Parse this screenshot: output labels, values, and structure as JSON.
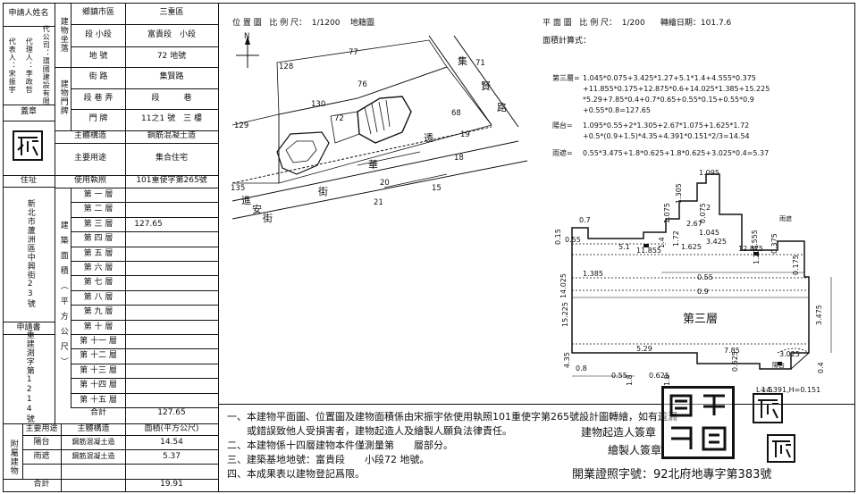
{
  "left_table": {
    "applicant_header": "申請人姓名",
    "applicant_names": [
      "代表人：宋振宇",
      "代理人：李政哲",
      "代公司：環國建設有限"
    ],
    "stamp_label": "蓋章",
    "address_label": "住址",
    "address_value": "新北市蘆洲區中興街23號",
    "applicant_book_label": "申請書",
    "applicant_book_value": "重建測字第1214號",
    "sitelabel_building_loc": "建物坐落",
    "sitelabel_door": "建物門牌",
    "row_township": {
      "label": "鄉鎮市區",
      "value": "三重區"
    },
    "row_section": {
      "label": "段 小段",
      "value": "富貴段　小段"
    },
    "row_lot": {
      "label": "地 號",
      "value": "72 地號"
    },
    "row_street": {
      "label": "街 路",
      "value": "集賢路"
    },
    "row_lane": {
      "label": "段 巷 弄",
      "value": "段　　　巷"
    },
    "row_door": {
      "label": "門 牌",
      "value": "11之1 號　三 樓"
    },
    "row_structure": {
      "label": "主體構造",
      "value": "鋼筋混凝土造"
    },
    "row_use": {
      "label": "主要用途",
      "value": "集合住宅"
    },
    "row_license": {
      "label": "使用執照",
      "value": "101重使字第265號"
    },
    "area_side_label": "建築面積（平方公尺）",
    "floors": [
      {
        "label": "第 一 層",
        "value": ""
      },
      {
        "label": "第 二 層",
        "value": ""
      },
      {
        "label": "第 三 層",
        "value": "127.65"
      },
      {
        "label": "第 四 層",
        "value": ""
      },
      {
        "label": "第 五 層",
        "value": ""
      },
      {
        "label": "第 六 層",
        "value": ""
      },
      {
        "label": "第 七 層",
        "value": ""
      },
      {
        "label": "第 八 層",
        "value": ""
      },
      {
        "label": "第 九 層",
        "value": ""
      },
      {
        "label": "第 十 層",
        "value": ""
      },
      {
        "label": "第 十一 層",
        "value": ""
      },
      {
        "label": "第 十二 層",
        "value": ""
      },
      {
        "label": "第 十三 層",
        "value": ""
      },
      {
        "label": "第 十四 層",
        "value": ""
      },
      {
        "label": "第 十五 層",
        "value": ""
      }
    ],
    "floor_total": {
      "label": "合計",
      "value": "127.65"
    },
    "attached_label": "附屬建物",
    "attached_header": {
      "use": "主要用途",
      "structure": "主體構造",
      "area": "面積(平方公尺)"
    },
    "attached_rows": [
      {
        "use": "陽台",
        "structure": "鋼筋混凝土造",
        "area": "14.54"
      },
      {
        "use": "雨遮",
        "structure": "鋼筋混凝土造",
        "area": "5.37"
      },
      {
        "use": "",
        "structure": "",
        "area": ""
      }
    ],
    "attached_total": {
      "label": "合計",
      "value": "19.91"
    }
  },
  "location_map": {
    "title": "位 置 圖",
    "scale_label": "比 例 尺：",
    "scale_value": "1/1200",
    "type": "地籍圖",
    "north": "N",
    "labels": [
      "128",
      "77",
      "76",
      "130",
      "72",
      "129",
      "71",
      "68",
      "19",
      "18",
      "20",
      "15",
      "21",
      "135"
    ],
    "road_labels": [
      "集",
      "賢",
      "路",
      "透",
      "華",
      "街",
      "進",
      "安",
      "街"
    ]
  },
  "floor_plan": {
    "title": "平 面 圖",
    "scale_label": "比 例 尺：",
    "scale_value": "1/200",
    "date_label": "轉繪日期：",
    "date_value": "101.7.6",
    "calc_title": "面積計算式：",
    "formulas": [
      {
        "label": "第三層=",
        "lines": [
          "1.045*0.075+3.425*1.27+5.1*1.4+4.555*0.375",
          "+11.855*0.175+12.875*0.6+14.025*1.385+15.225",
          "*5.29+7.85*0.4+0.7*0.65+0.55*0.15+0.55*0.9",
          "+0.55*0.8=127.65"
        ]
      },
      {
        "label": "陽台=",
        "lines": [
          "1.095*0.55+2*1.305+2.67*1.075+1.625*1.72",
          "+0.5*(0.9+1.5)*4.35+4.391*0.151*2/3=14.54"
        ]
      },
      {
        "label": "雨遮=",
        "lines": [
          "0.55*3.475+1.8*0.625+1.8*0.625+3.025*0.4=5.37"
        ]
      }
    ],
    "floor_label": "第三層",
    "dims": [
      "1.095",
      "1.305",
      "2",
      "1.075",
      "0.075",
      "2.67",
      "1.045",
      "1.72",
      "3.425",
      "0.7",
      "0.15",
      "0.55",
      "5.1",
      "1.4",
      "11.855",
      "1.625",
      "12.875",
      "4.555",
      "0.375",
      "1.27",
      "0.175",
      "1.385",
      "0.55",
      "14.025",
      "0.9",
      "15.225",
      "3.475",
      "5.29",
      "7.85",
      "3.025",
      "4.35",
      "0.8",
      "0.55",
      "1.8",
      "0.625",
      "1.8",
      "0.625",
      "0.4",
      "1.5",
      "L=4.391,H=0.151"
    ],
    "legend_small": [
      "陽台",
      "雨遮"
    ]
  },
  "notes": [
    "一、本建物平面圖、位置圖及建物面積係由宋振宇依使用執照101重使字第265號設計圖轉繪，如有遺漏",
    "　　或錯誤致他人受損害者，建物起造人及繪製人願負法律責任。",
    "二、本建物係十四層建物本件僅測量第　　層部分。",
    "三、建築基地地號：富貴段　　小段72 地號。",
    "四、本成果表以建物登記爲限。"
  ],
  "signatures": {
    "builder": "建物起造人簽章",
    "drafter": "繪製人簽章",
    "license": "開業證照字號：92北府地專字第383號"
  }
}
